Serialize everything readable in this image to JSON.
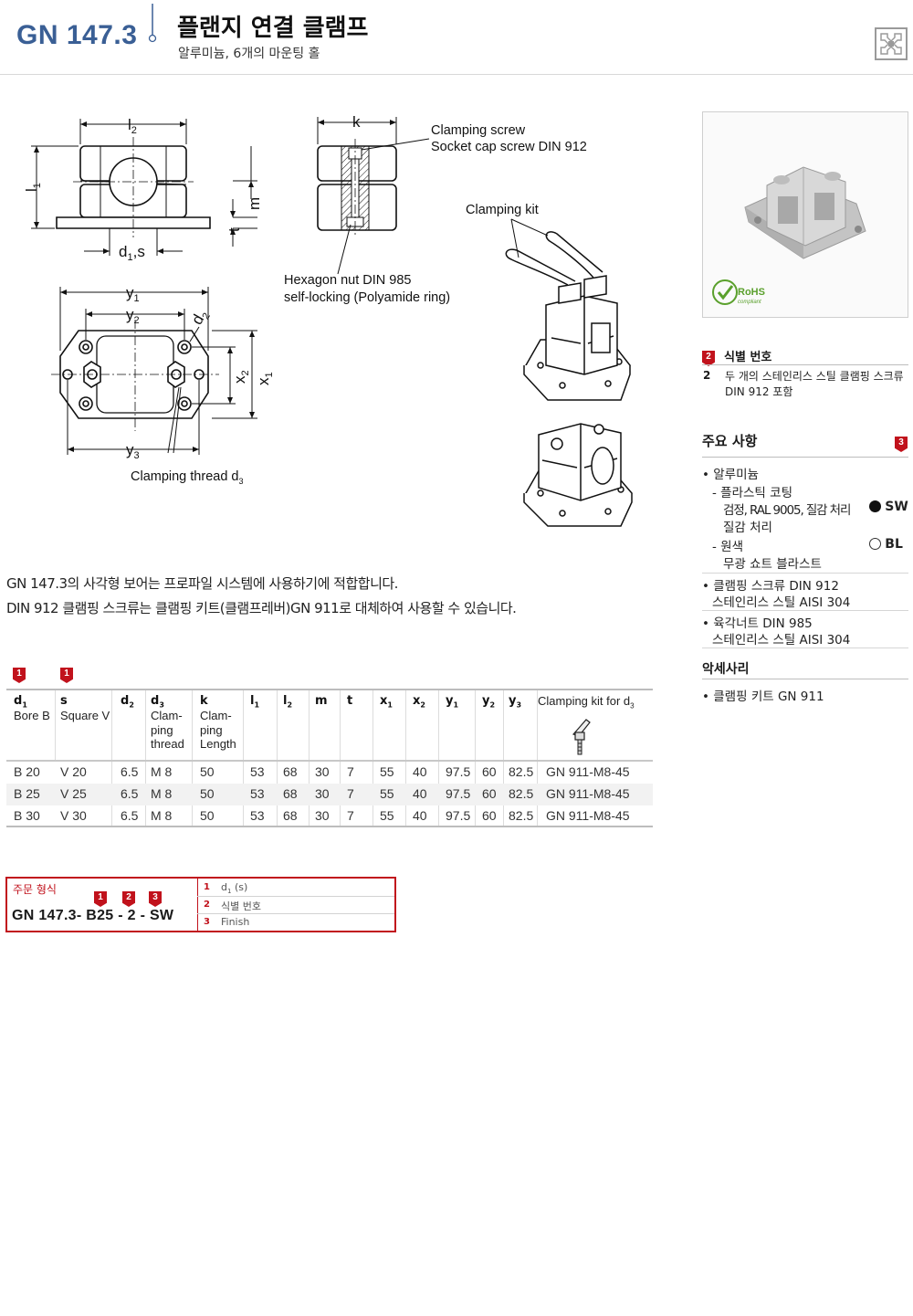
{
  "header": {
    "code": "GN 147.3",
    "title": "플랜지 연결 클램프",
    "subtitle": "알루미늄, 6개의 마운팅 홀"
  },
  "drawing": {
    "labels": {
      "l2": "l",
      "l2_sub": "2",
      "l1": "l",
      "l1_sub": "1",
      "k": "k",
      "m": "m",
      "t": "t",
      "d1s": "d",
      "d1s_sub": "1",
      "d1s_tail": ",s",
      "y1": "y",
      "y1_sub": "1",
      "y2": "y",
      "y2_sub": "2",
      "y3": "y",
      "y3_sub": "3",
      "d2": "d",
      "d2_sub": "2",
      "x1": "x",
      "x1_sub": "1",
      "x2": "x",
      "x2_sub": "2"
    },
    "callouts": {
      "clamping_screw": "Clamping screw",
      "socket_cap": "Socket cap screw DIN 912",
      "clamping_kit": "Clamping kit",
      "hex_nut": "Hexagon nut  DIN 985",
      "self_locking": "self-locking (Polyamide ring)",
      "clamping_thread": "Clamping thread d",
      "clamping_thread_sub": "3"
    }
  },
  "photo": {
    "rohs_main": "RoHS",
    "rohs_sub": "compliant"
  },
  "side": {
    "ident_badge": "2",
    "ident_title": "식별 번호",
    "ident_num": "2",
    "ident_text": "두 개의 스테인리스 스틸 클램핑 스크류DIN 912 포함",
    "main_title": "주요 사항",
    "main_badge": "3",
    "items": {
      "alu": "알루미늄",
      "plastic": "플라스틱 코팅",
      "black": "검정, RAL 9005, 질감 처리",
      "black_code": "SW",
      "texture": "질감 처리",
      "natural": "원색",
      "matte": "무광 쇼트 블라스트",
      "natural_code": "BL",
      "screw": "클램핑 스크류 DIN 912",
      "screw_mat": "스테인리스 스틸 AISI 304",
      "nut": "육각너트 DIN 985",
      "nut_mat": "스테인리스 스틸 AISI 304"
    },
    "acc_title": "악세사리",
    "acc_item": "클램핑 키트 GN 911"
  },
  "description": {
    "line1": "GN 147.3의 사각형 보어는 프로파일 시스템에 사용하기에 적합합니다.",
    "line2": "DIN 912 클램핑 스크류는 클램핑 키트(클램프레버)GN 911로 대체하여 사용할 수 있습니다."
  },
  "table": {
    "badge_d1": "1",
    "badge_s": "1",
    "headers": {
      "d1": "d",
      "d1_sub": "1",
      "d1_desc": "Bore B",
      "s": "s",
      "s_desc": "Square V",
      "d2": "d",
      "d2_sub": "2",
      "d3": "d",
      "d3_sub": "3",
      "d3_desc1": "Clam-",
      "d3_desc2": "ping",
      "d3_desc3": "thread",
      "k": "k",
      "k_desc1": "Clam-",
      "k_desc2": "ping",
      "k_desc3": "Length",
      "l1": "l",
      "l1_sub": "1",
      "l2": "l",
      "l2_sub": "2",
      "m": "m",
      "t": "t",
      "x1": "x",
      "x1_sub": "1",
      "x2": "x",
      "x2_sub": "2",
      "y1": "y",
      "y1_sub": "1",
      "y2": "y",
      "y2_sub": "2",
      "y3": "y",
      "y3_sub": "3",
      "kit": "Clamping kit for d",
      "kit_sub": "3"
    },
    "rows": [
      {
        "d1": "B 20",
        "s": "V 20",
        "d2": "6.5",
        "d3": "M 8",
        "k": "50",
        "l1": "53",
        "l2": "68",
        "m": "30",
        "t": "7",
        "x1": "55",
        "x2": "40",
        "y1": "97.5",
        "y2": "60",
        "y3": "82.5",
        "kit": "GN 911-M8-45"
      },
      {
        "d1": "B 25",
        "s": "V 25",
        "d2": "6.5",
        "d3": "M 8",
        "k": "50",
        "l1": "53",
        "l2": "68",
        "m": "30",
        "t": "7",
        "x1": "55",
        "x2": "40",
        "y1": "97.5",
        "y2": "60",
        "y3": "82.5",
        "kit": "GN 911-M8-45"
      },
      {
        "d1": "B 30",
        "s": "V 30",
        "d2": "6.5",
        "d3": "M 8",
        "k": "50",
        "l1": "53",
        "l2": "68",
        "m": "30",
        "t": "7",
        "x1": "55",
        "x2": "40",
        "y1": "97.5",
        "y2": "60",
        "y3": "82.5",
        "kit": "GN 911-M8-45"
      }
    ]
  },
  "order": {
    "title": "주문 형식",
    "code": "GN  147.3- B25 - 2 - SW",
    "badges": [
      "1",
      "2",
      "3"
    ],
    "legend": [
      {
        "n": "1",
        "text": "d",
        "sub": "1",
        "tail": " (s)"
      },
      {
        "n": "2",
        "text": "식별 번호"
      },
      {
        "n": "3",
        "text": "Finish"
      }
    ]
  }
}
